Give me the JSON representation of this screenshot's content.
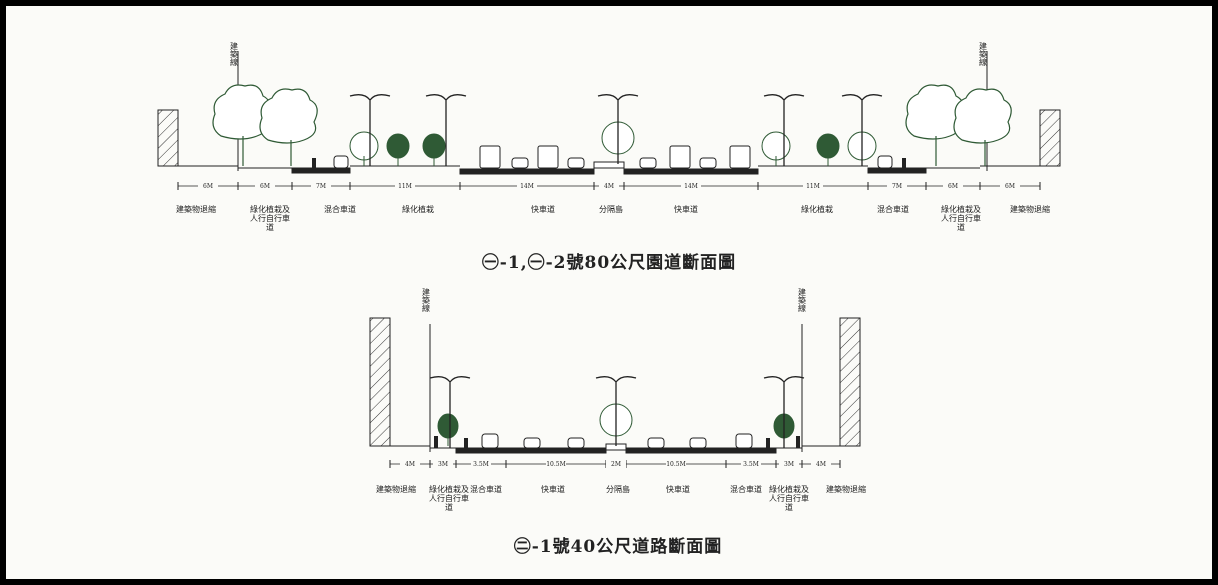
{
  "section1": {
    "title": "㊀-1,㊀-2號80公尺園道斷面圖",
    "building_line_label": "建築線",
    "dims": [
      "6M",
      "6M",
      "7M",
      "11M",
      "14M",
      "4M",
      "14M",
      "11M",
      "7M",
      "6M",
      "6M"
    ],
    "labels": [
      [
        "建築物退縮"
      ],
      [
        "綠化植栽及",
        "人行自行車",
        "道"
      ],
      [
        "混合車道"
      ],
      [
        "綠化植栽"
      ],
      [
        "快車道"
      ],
      [
        "分隔島"
      ],
      [
        "快車道"
      ],
      [
        "綠化植栽"
      ],
      [
        "混合車道"
      ],
      [
        "綠化植栽及",
        "人行自行車",
        "道"
      ],
      [
        "建築物退縮"
      ]
    ]
  },
  "section2": {
    "title": "㊁-1號40公尺道路斷面圖",
    "building_line_label": "建築線",
    "dims": [
      "4M",
      "3M",
      "3.5M",
      "10.5M",
      "2M",
      "10.5M",
      "3.5M",
      "3M",
      "4M"
    ],
    "labels": [
      [
        "建築物退縮"
      ],
      [
        "綠化植栽及",
        "人行自行車",
        "道"
      ],
      [
        "混合車道"
      ],
      [
        "快車道"
      ],
      [
        "分隔島"
      ],
      [
        "快車道"
      ],
      [
        "混合車道"
      ],
      [
        "綠化植栽及",
        "人行自行車",
        "道"
      ],
      [
        "建築物退縮"
      ]
    ]
  },
  "colors": {
    "ink": "#222222",
    "paper": "#fbfbf8",
    "tree": "#2f5a35"
  }
}
